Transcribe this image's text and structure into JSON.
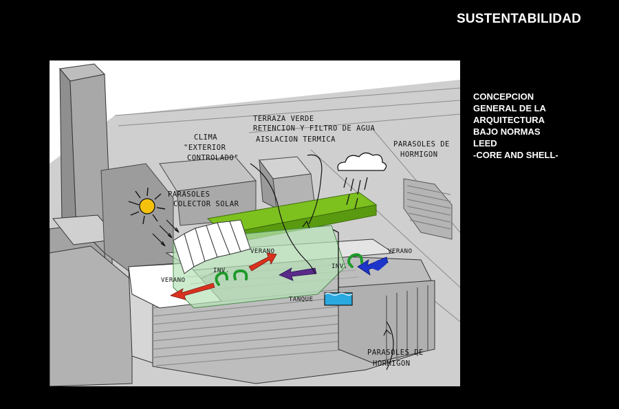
{
  "title": "SUSTENTABILIDAD",
  "description": [
    "CONCEPCION",
    "GENERAL DE LA",
    "ARQUITECTURA",
    "BAJO NORMAS",
    "LEED",
    "-CORE AND SHELL-"
  ],
  "annotations": {
    "clima_1": "CLIMA",
    "clima_2": "\"EXTERIOR",
    "clima_3": "CONTROLADO\"",
    "terraza_1": "TERRAZA VERDE",
    "terraza_2": "RETENCION Y FILTRO DE AGUA",
    "terraza_3": "AISLACION TERMICA",
    "parasoles_top_1": "PARASOLES DE",
    "parasoles_top_2": "HORMIGON",
    "parasoles_solar_1": "PARASOLES",
    "parasoles_solar_2": "COLECTOR SOLAR",
    "verano_left": "VERANO",
    "verano_mid": "VERANO",
    "verano_right": "VERANO",
    "inv_left": "INV.",
    "inv_right": "INV.",
    "tanque": "TANQUE",
    "parasoles_bottom_1": "PARASOLES DE",
    "parasoles_bottom_2": "HORMIGON"
  },
  "colors": {
    "background": "#000000",
    "sky_panel": "#ffffff",
    "ground": "#c9c9c9",
    "green_roof": "#7dc11f",
    "glass_tint": "#b7e3b8",
    "sun": "#f4c20d",
    "arrow_red": "#d9321f",
    "arrow_blue": "#1d35c9",
    "arrow_green": "#1e9a2a",
    "water": "#2aa9e0"
  }
}
